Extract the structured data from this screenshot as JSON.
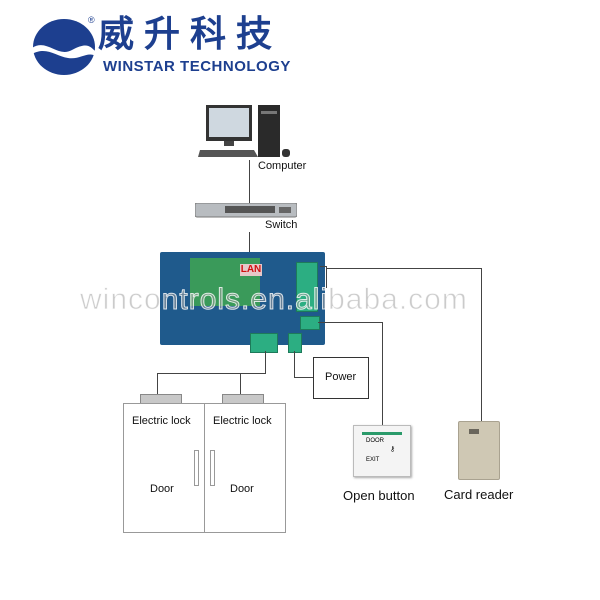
{
  "logo": {
    "chinese": "威升科技",
    "english": "WINSTAR TECHNOLOGY",
    "registered": "®",
    "color": "#1d3f8f"
  },
  "watermark": "wincontrols.en.alibaba.com",
  "board": {
    "lan_label": "LAN"
  },
  "labels": {
    "computer": "Computer",
    "switch": "Switch",
    "power": "Power",
    "electric_lock_left": "Electric lock",
    "electric_lock_right": "Electric lock",
    "door_left": "Door",
    "door_right": "Door",
    "open_button": "Open button",
    "card_reader": "Card reader",
    "button_door": "DOOR",
    "button_exit": "EXIT"
  }
}
